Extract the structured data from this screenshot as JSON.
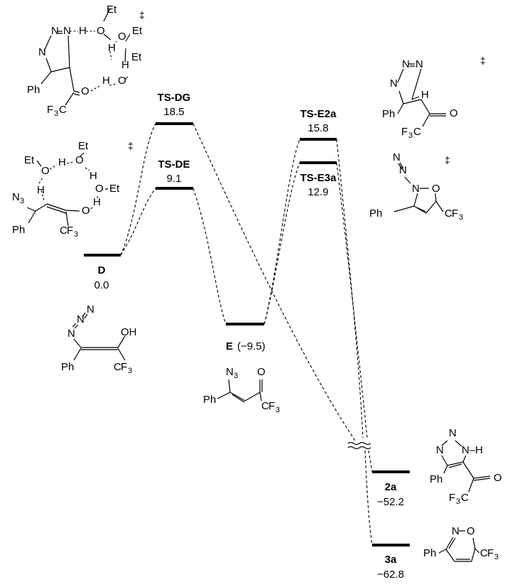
{
  "states": [
    {
      "id": "D",
      "label": "D",
      "energy": "0.0"
    },
    {
      "id": "TS-DG",
      "label": "TS-DG",
      "energy": "18.5"
    },
    {
      "id": "TS-DE",
      "label": "TS-DE",
      "energy": "9.1"
    },
    {
      "id": "E",
      "label": "E",
      "energy": "(−9.5)"
    },
    {
      "id": "TS-E2a",
      "label": "TS-E2a",
      "energy": "15.8"
    },
    {
      "id": "TS-E3a",
      "label": "TS-E3a",
      "energy": "12.9"
    },
    {
      "id": "2a",
      "label": "2a",
      "energy": "−52.2"
    },
    {
      "id": "3a",
      "label": "3a",
      "energy": "−62.8"
    }
  ],
  "ts_symbol": "‡",
  "structure_text": {
    "Et": "Et",
    "H": "H",
    "O": "O",
    "N": "N",
    "Ph": "Ph",
    "F": "F",
    "C": "C",
    "three": "3",
    "OH": "OH",
    "N3": "N",
    "NH": "N–H"
  }
}
